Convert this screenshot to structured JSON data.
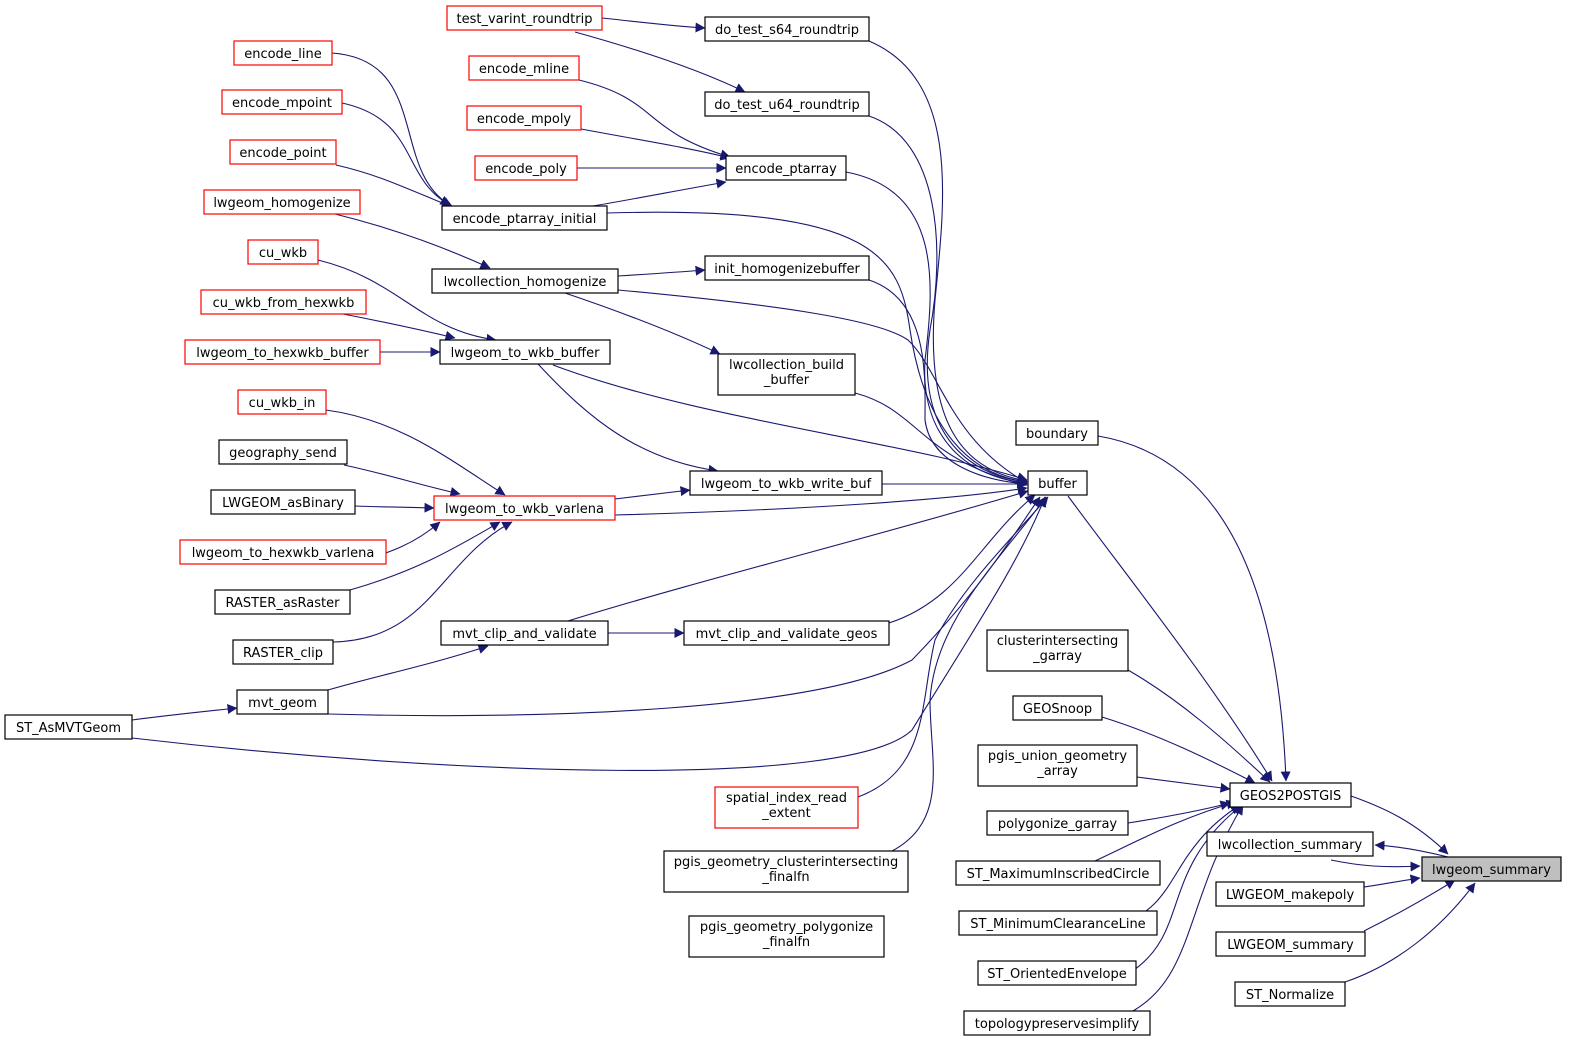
{
  "graph": {
    "type": "caller-graph",
    "focus": "lwgeom_summary",
    "colors": {
      "edge": "#191970",
      "border": "#000000",
      "undocumented_border": "#ff0000",
      "focus_fill": "#bfbfbf",
      "background": "#ffffff"
    },
    "nodes": {
      "test_varint_roundtrip": "test_varint_roundtrip",
      "do_test_s64_roundtrip": "do_test_s64_roundtrip",
      "do_test_u64_roundtrip": "do_test_u64_roundtrip",
      "encode_line": "encode_line",
      "encode_mline": "encode_mline",
      "encode_mpoint": "encode_mpoint",
      "encode_mpoly": "encode_mpoly",
      "encode_point": "encode_point",
      "encode_poly": "encode_poly",
      "encode_ptarray": "encode_ptarray",
      "encode_ptarray_initial": "encode_ptarray_initial",
      "lwgeom_homogenize": "lwgeom_homogenize",
      "lwcollection_homogenize": "lwcollection_homogenize",
      "init_homogenizebuffer": "init_homogenizebuffer",
      "cu_wkb": "cu_wkb",
      "cu_wkb_from_hexwkb": "cu_wkb_from_hexwkb",
      "lwgeom_to_hexwkb_buffer": "lwgeom_to_hexwkb_buffer",
      "lwgeom_to_wkb_buffer": "lwgeom_to_wkb_buffer",
      "lwcollection_build_buffer": [
        "lwcollection_build",
        "_buffer"
      ],
      "cu_wkb_in": "cu_wkb_in",
      "geography_send": "geography_send",
      "LWGEOM_asBinary": "LWGEOM_asBinary",
      "lwgeom_to_wkb_varlena": "lwgeom_to_wkb_varlena",
      "lwgeom_to_hexwkb_varlena": "lwgeom_to_hexwkb_varlena",
      "lwgeom_to_wkb_write_buf": "lwgeom_to_wkb_write_buf",
      "RASTER_asRaster": "RASTER_asRaster",
      "RASTER_clip": "RASTER_clip",
      "boundary": "boundary",
      "buffer": "buffer",
      "mvt_clip_and_validate": "mvt_clip_and_validate",
      "mvt_clip_and_validate_geos": "mvt_clip_and_validate_geos",
      "mvt_geom": "mvt_geom",
      "ST_AsMVTGeom": "ST_AsMVTGeom",
      "clusterintersecting_garray": [
        "clusterintersecting",
        "_garray"
      ],
      "GEOSnoop": "GEOSnoop",
      "pgis_union_geometry_array": [
        "pgis_union_geometry",
        "_array"
      ],
      "spatial_index_read_extent": [
        "spatial_index_read",
        "_extent"
      ],
      "GEOS2POSTGIS": "GEOS2POSTGIS",
      "polygonize_garray": "polygonize_garray",
      "lwcollection_summary": "lwcollection_summary",
      "pgis_geometry_clusterintersecting_finalfn": [
        "pgis_geometry_clusterintersecting",
        "_finalfn"
      ],
      "ST_MaximumInscribedCircle": "ST_MaximumInscribedCircle",
      "lwgeom_summary": "lwgeom_summary",
      "LWGEOM_makepoly": "LWGEOM_makepoly",
      "pgis_geometry_polygonize_finalfn": [
        "pgis_geometry_polygonize",
        "_finalfn"
      ],
      "ST_MinimumClearanceLine": "ST_MinimumClearanceLine",
      "LWGEOM_summary": "LWGEOM_summary",
      "ST_OrientedEnvelope": "ST_OrientedEnvelope",
      "ST_Normalize": "ST_Normalize",
      "topologypreservesimplify": "topologypreservesimplify"
    }
  }
}
